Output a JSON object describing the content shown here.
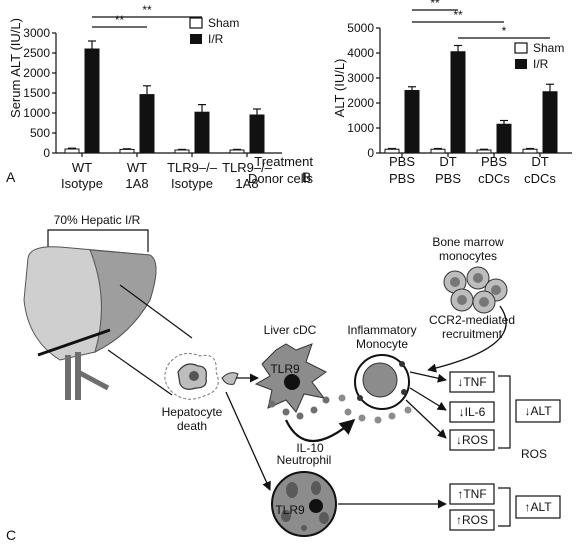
{
  "colors": {
    "sham": "#ffffff",
    "ir": "#111111",
    "stroke": "#111111",
    "liver_left": "#cfcfcf",
    "liver_right": "#9e9e9e",
    "liver_shadow": "#6e6e6e",
    "cell_grey": "#8c8c8c",
    "cell_light": "#c8c8c8"
  },
  "chart_data": [
    {
      "type": "bar",
      "panel": "A",
      "ylabel": "Serum ALT (IU/L)",
      "ylim": [
        0,
        3000
      ],
      "yticks": [
        "0",
        "500",
        "1000",
        "1500",
        "2000",
        "2500",
        "3000"
      ],
      "categories": [
        [
          "WT",
          "Isotype"
        ],
        [
          "WT",
          "1A8"
        ],
        [
          "TLR9–/–",
          "Isotype"
        ],
        [
          "TLR9–/–",
          "1A8"
        ]
      ],
      "series": [
        {
          "name": "Sham",
          "values": [
            100,
            90,
            75,
            75
          ],
          "errors": [
            20,
            15,
            15,
            15
          ]
        },
        {
          "name": "I/R",
          "values": [
            2600,
            1460,
            1020,
            950
          ],
          "errors": [
            200,
            220,
            190,
            150
          ]
        }
      ],
      "significance": [
        {
          "from": 0,
          "to": 2,
          "label": "**"
        },
        {
          "from": 0,
          "to": 1,
          "label": "**"
        }
      ],
      "legend": "top-right",
      "grid": false
    },
    {
      "type": "bar",
      "panel": "B",
      "ylabel": "ALT (IU/L)",
      "ylim": [
        0,
        5000
      ],
      "yticks": [
        "0",
        "1000",
        "2000",
        "3000",
        "4000",
        "5000"
      ],
      "row_labels": [
        "Treatment",
        "Donor cells"
      ],
      "categories": [
        [
          "PBS",
          "PBS"
        ],
        [
          "DT",
          "PBS"
        ],
        [
          "PBS",
          "cDCs"
        ],
        [
          "DT",
          "cDCs"
        ]
      ],
      "series": [
        {
          "name": "Sham",
          "values": [
            150,
            150,
            120,
            150
          ],
          "errors": [
            30,
            30,
            30,
            30
          ]
        },
        {
          "name": "I/R",
          "values": [
            2500,
            4050,
            1150,
            2450
          ],
          "errors": [
            150,
            250,
            150,
            300
          ]
        }
      ],
      "significance": [
        {
          "from": 0,
          "to": 1,
          "label": "**"
        },
        {
          "from": 0,
          "to": 2,
          "label": "**"
        },
        {
          "from": 1,
          "to": 3,
          "label": "*"
        }
      ],
      "legend": "top-right",
      "grid": false
    }
  ],
  "panel_letters": {
    "a": "A",
    "b": "B",
    "c": "C"
  },
  "diagram": {
    "hepatic_label": "70% Hepatic I/R",
    "hepatocyte_label": [
      "Hepatocyte",
      "death"
    ],
    "liver_cdc_label": "Liver cDC",
    "tlr9_cdc": "TLR9",
    "inflammatory_label": [
      "Inflammatory",
      "Monocyte"
    ],
    "bone_marrow_label": [
      "Bone marrow",
      "monocytes"
    ],
    "recruitment_label": [
      "CCR2-mediated",
      "recruitment"
    ],
    "il10_label": "IL-10",
    "neutrophil_label": "Neutrophil",
    "tlr9_neutrophil": "TLR9",
    "down_boxes": [
      "↓TNF",
      "↓IL-6",
      "↓ROS"
    ],
    "down_alt": "↓ALT",
    "ros_label": "ROS",
    "up_boxes": [
      "↑TNF",
      "↑ROS"
    ],
    "up_alt": "↑ALT"
  }
}
